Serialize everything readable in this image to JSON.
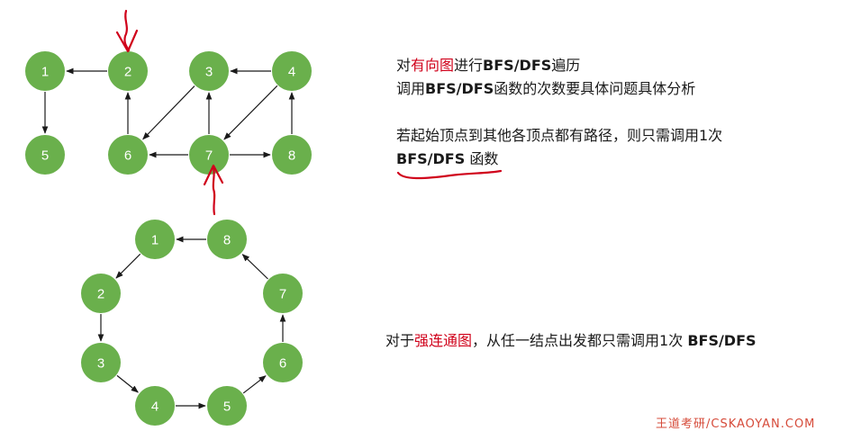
{
  "colors": {
    "node": "#6ab04c",
    "node_text": "#ffffff",
    "highlight": "#d0021b",
    "edge": "#1a1a1a"
  },
  "graph_top": {
    "nodes": [
      {
        "id": "1",
        "label": "1"
      },
      {
        "id": "2",
        "label": "2"
      },
      {
        "id": "3",
        "label": "3"
      },
      {
        "id": "4",
        "label": "4"
      },
      {
        "id": "5",
        "label": "5"
      },
      {
        "id": "6",
        "label": "6"
      },
      {
        "id": "7",
        "label": "7"
      },
      {
        "id": "8",
        "label": "8"
      }
    ],
    "edges": [
      {
        "from": "2",
        "to": "1"
      },
      {
        "from": "1",
        "to": "5"
      },
      {
        "from": "6",
        "to": "2"
      },
      {
        "from": "3",
        "to": "6"
      },
      {
        "from": "4",
        "to": "3"
      },
      {
        "from": "7",
        "to": "3"
      },
      {
        "from": "4",
        "to": "7"
      },
      {
        "from": "7",
        "to": "6"
      },
      {
        "from": "7",
        "to": "8"
      },
      {
        "from": "8",
        "to": "4"
      }
    ]
  },
  "graph_bottom": {
    "nodes": [
      {
        "id": "1",
        "label": "1"
      },
      {
        "id": "2",
        "label": "2"
      },
      {
        "id": "3",
        "label": "3"
      },
      {
        "id": "4",
        "label": "4"
      },
      {
        "id": "5",
        "label": "5"
      },
      {
        "id": "6",
        "label": "6"
      },
      {
        "id": "7",
        "label": "7"
      },
      {
        "id": "8",
        "label": "8"
      }
    ],
    "edges": [
      {
        "from": "8",
        "to": "1"
      },
      {
        "from": "1",
        "to": "2"
      },
      {
        "from": "2",
        "to": "3"
      },
      {
        "from": "3",
        "to": "4"
      },
      {
        "from": "4",
        "to": "5"
      },
      {
        "from": "5",
        "to": "6"
      },
      {
        "from": "6",
        "to": "7"
      },
      {
        "from": "7",
        "to": "8"
      }
    ]
  },
  "text": {
    "line1_pre": "对",
    "line1_hl": "有向图",
    "line1_mid": "进行",
    "line1_bold": "BFS/DFS",
    "line1_post": "遍历",
    "line2_pre": "调用",
    "line2_bold": "BFS/DFS",
    "line2_post": "函数的次数要具体问题具体分析",
    "line3": "若起始顶点到其他各顶点都有路径，则只需调用1次",
    "line4_bold": "BFS/DFS",
    "line4_post": " 函数",
    "line5_pre": "对于",
    "line5_hl": "强连通图",
    "line5_post": "，从任一结点出发都只需调用1次 ",
    "line5_bold": "BFS/DFS",
    "watermark": "王道考研/CSKAOYAN.COM"
  }
}
